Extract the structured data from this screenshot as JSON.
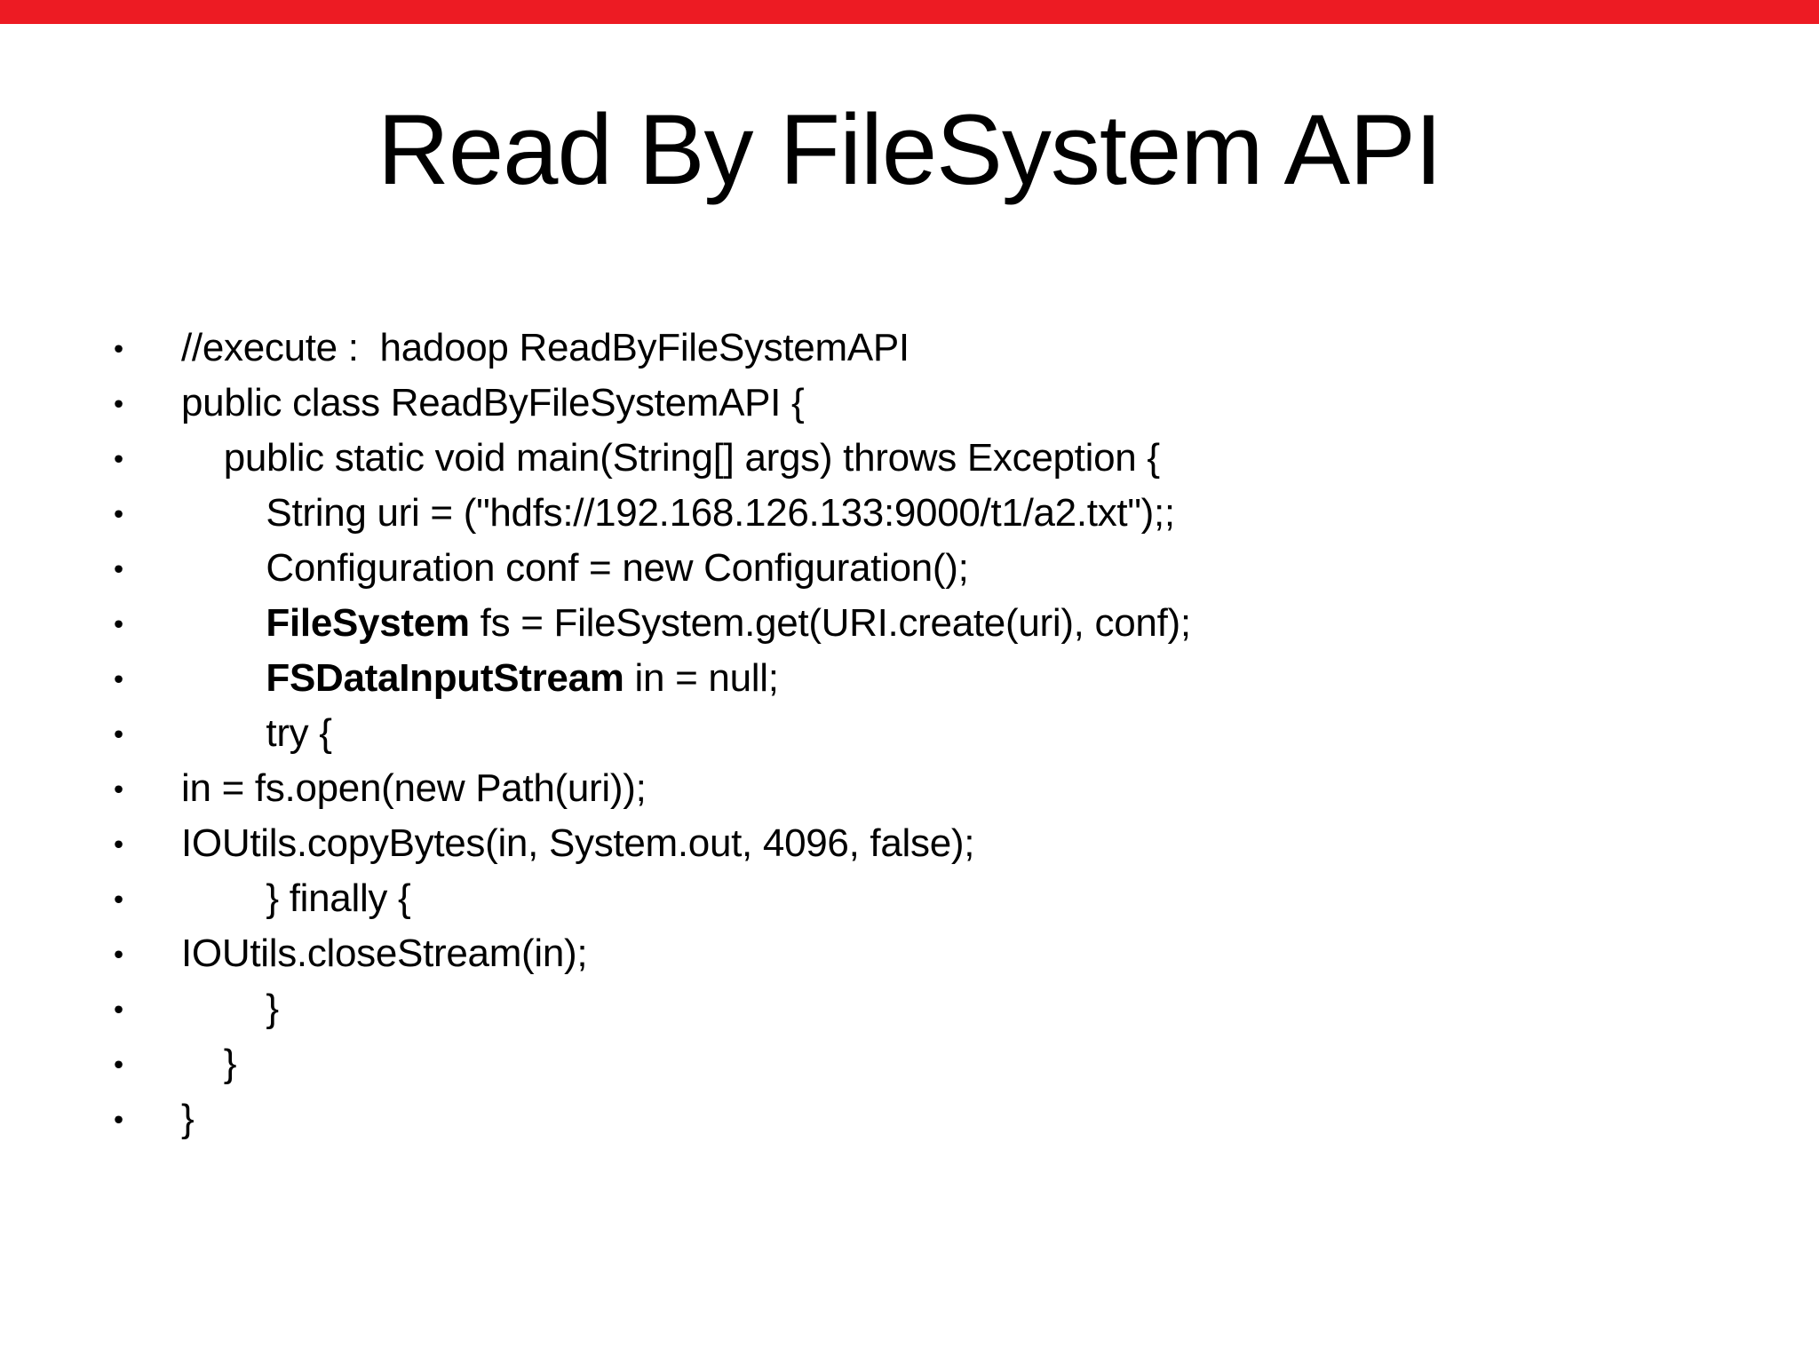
{
  "slide": {
    "accent_bar_color": "#ed1b23",
    "title": "Read By FileSystem API",
    "bullet_glyph": "•",
    "bullets": [
      {
        "parts": [
          {
            "t": "//execute :  hadoop ReadByFileSystemAPI"
          }
        ]
      },
      {
        "parts": [
          {
            "t": "public class ReadByFileSystemAPI {"
          }
        ]
      },
      {
        "parts": [
          {
            "t": "    public static void main(String[] args) throws Exception {"
          }
        ]
      },
      {
        "parts": [
          {
            "t": "        String uri = (\"hdfs://192.168.126.133:9000/t1/a2.txt\");;"
          }
        ]
      },
      {
        "parts": [
          {
            "t": "        Configuration conf = new Configuration();"
          }
        ]
      },
      {
        "parts": [
          {
            "t": "        "
          },
          {
            "t": "FileSystem",
            "b": true
          },
          {
            "t": " fs = FileSystem.get(URI.create(uri), conf);"
          }
        ]
      },
      {
        "parts": [
          {
            "t": "        "
          },
          {
            "t": "FSDataInputStream",
            "b": true
          },
          {
            "t": " in = null;"
          }
        ]
      },
      {
        "parts": [
          {
            "t": "        try {"
          }
        ]
      },
      {
        "parts": [
          {
            "t": "in = fs.open(new Path(uri));"
          }
        ]
      },
      {
        "parts": [
          {
            "t": "IOUtils.copyBytes(in, System.out, 4096, false);"
          }
        ]
      },
      {
        "parts": [
          {
            "t": "        } finally {"
          }
        ]
      },
      {
        "parts": [
          {
            "t": "IOUtils.closeStream(in);"
          }
        ]
      },
      {
        "parts": [
          {
            "t": "        }"
          }
        ]
      },
      {
        "parts": [
          {
            "t": "    }"
          }
        ]
      },
      {
        "parts": [
          {
            "t": "}"
          }
        ]
      }
    ]
  }
}
